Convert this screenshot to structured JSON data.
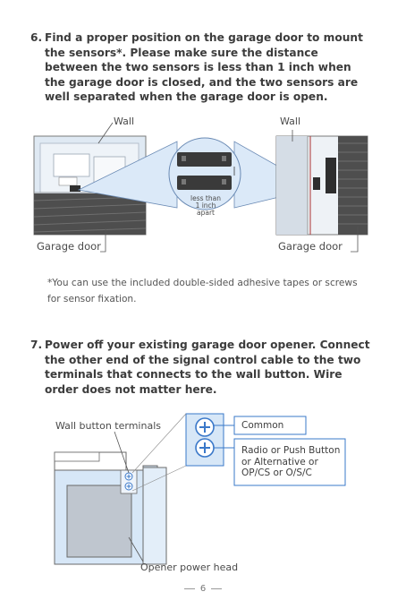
{
  "step6": {
    "number": "6.",
    "text": "Find a proper position on the garage door to mount the sensors*. Please make sure the distance between the two sensors is less than 1 inch when the garage door is closed, and the two sensors are well separated when the garage door is open."
  },
  "figure1": {
    "wall_left": "Wall",
    "wall_right": "Wall",
    "callout_line1": "less than",
    "callout_line2": "1 inch apart",
    "garage_left": "Garage door",
    "garage_right": "Garage door"
  },
  "footnote": "*You can use the included double-sided adhesive tapes or screws for sensor fixation.",
  "step7": {
    "number": "7.",
    "text": "Power off your existing garage door opener. Connect the other end of the signal control cable to the two terminals that connects to the wall button. Wire order does not matter here."
  },
  "figure2": {
    "wall_button_terminals": "Wall button terminals",
    "common": "Common",
    "radio_line1": "Radio or Push Button",
    "radio_line2": "or Alternative or",
    "radio_line3": "OP/CS or O/S/C",
    "opener_power_head": "Opener power head"
  },
  "page_number": "6",
  "colors": {
    "accent_blue": "#3a78c9",
    "panel_blue": "#d7e7f7",
    "outline": "#6a6a6a"
  }
}
